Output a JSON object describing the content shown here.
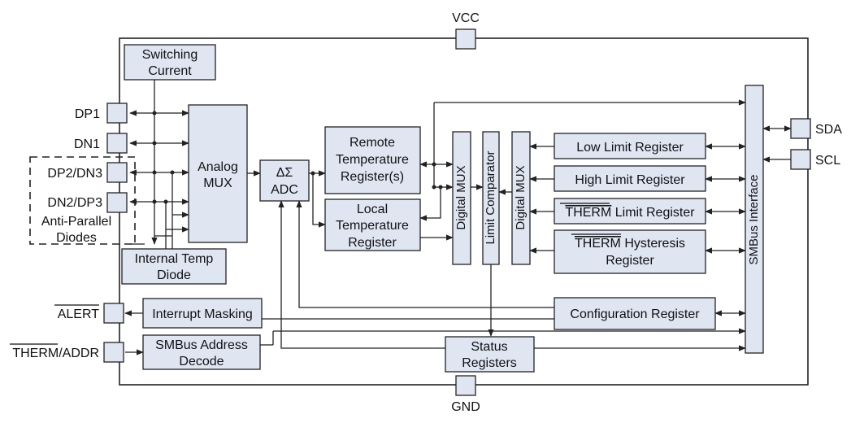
{
  "colors": {
    "block_fill": "#dfe6f2",
    "line": "#222222",
    "background": "#ffffff"
  },
  "pins": {
    "vcc": "VCC",
    "gnd": "GND",
    "dp1": "DP1",
    "dn1": "DN1",
    "dp2_dn3": "DP2/DN3",
    "dn2_dp3": "DN2/DP3",
    "sda": "SDA",
    "scl": "SCL",
    "alert": "ALERT",
    "therm_addr": "THERM/ADDR"
  },
  "labels": {
    "anti_parallel_line1": "Anti-Parallel",
    "anti_parallel_line2": "Diodes"
  },
  "blocks": {
    "switching_current": [
      "Switching",
      "Current"
    ],
    "internal_temp_diode": [
      "Internal Temp",
      "Diode"
    ],
    "analog_mux": [
      "Analog",
      "MUX"
    ],
    "adc": [
      "ΔΣ",
      "ADC"
    ],
    "remote_temp_register": [
      "Remote",
      "Temperature",
      "Register(s)"
    ],
    "local_temp_register": [
      "Local",
      "Temperature",
      "Register"
    ],
    "digital_mux_left": "Digital MUX",
    "limit_comparator": "Limit Comparator",
    "digital_mux_right": "Digital MUX",
    "low_limit_register": "Low Limit Register",
    "high_limit_register": "High Limit Register",
    "therm_limit_overbar": "THERM",
    "therm_limit_rest": " Limit Register",
    "therm_hyst_overbar": "THERM",
    "therm_hyst_rest": " Hysteresis",
    "therm_hyst_line2": "Register",
    "configuration_register": "Configuration Register",
    "interrupt_masking": "Interrupt Masking",
    "smbus_address_decode": [
      "SMBus Address",
      "Decode"
    ],
    "status_registers": [
      "Status",
      "Registers"
    ],
    "smbus_interface": "SMBus Interface"
  }
}
